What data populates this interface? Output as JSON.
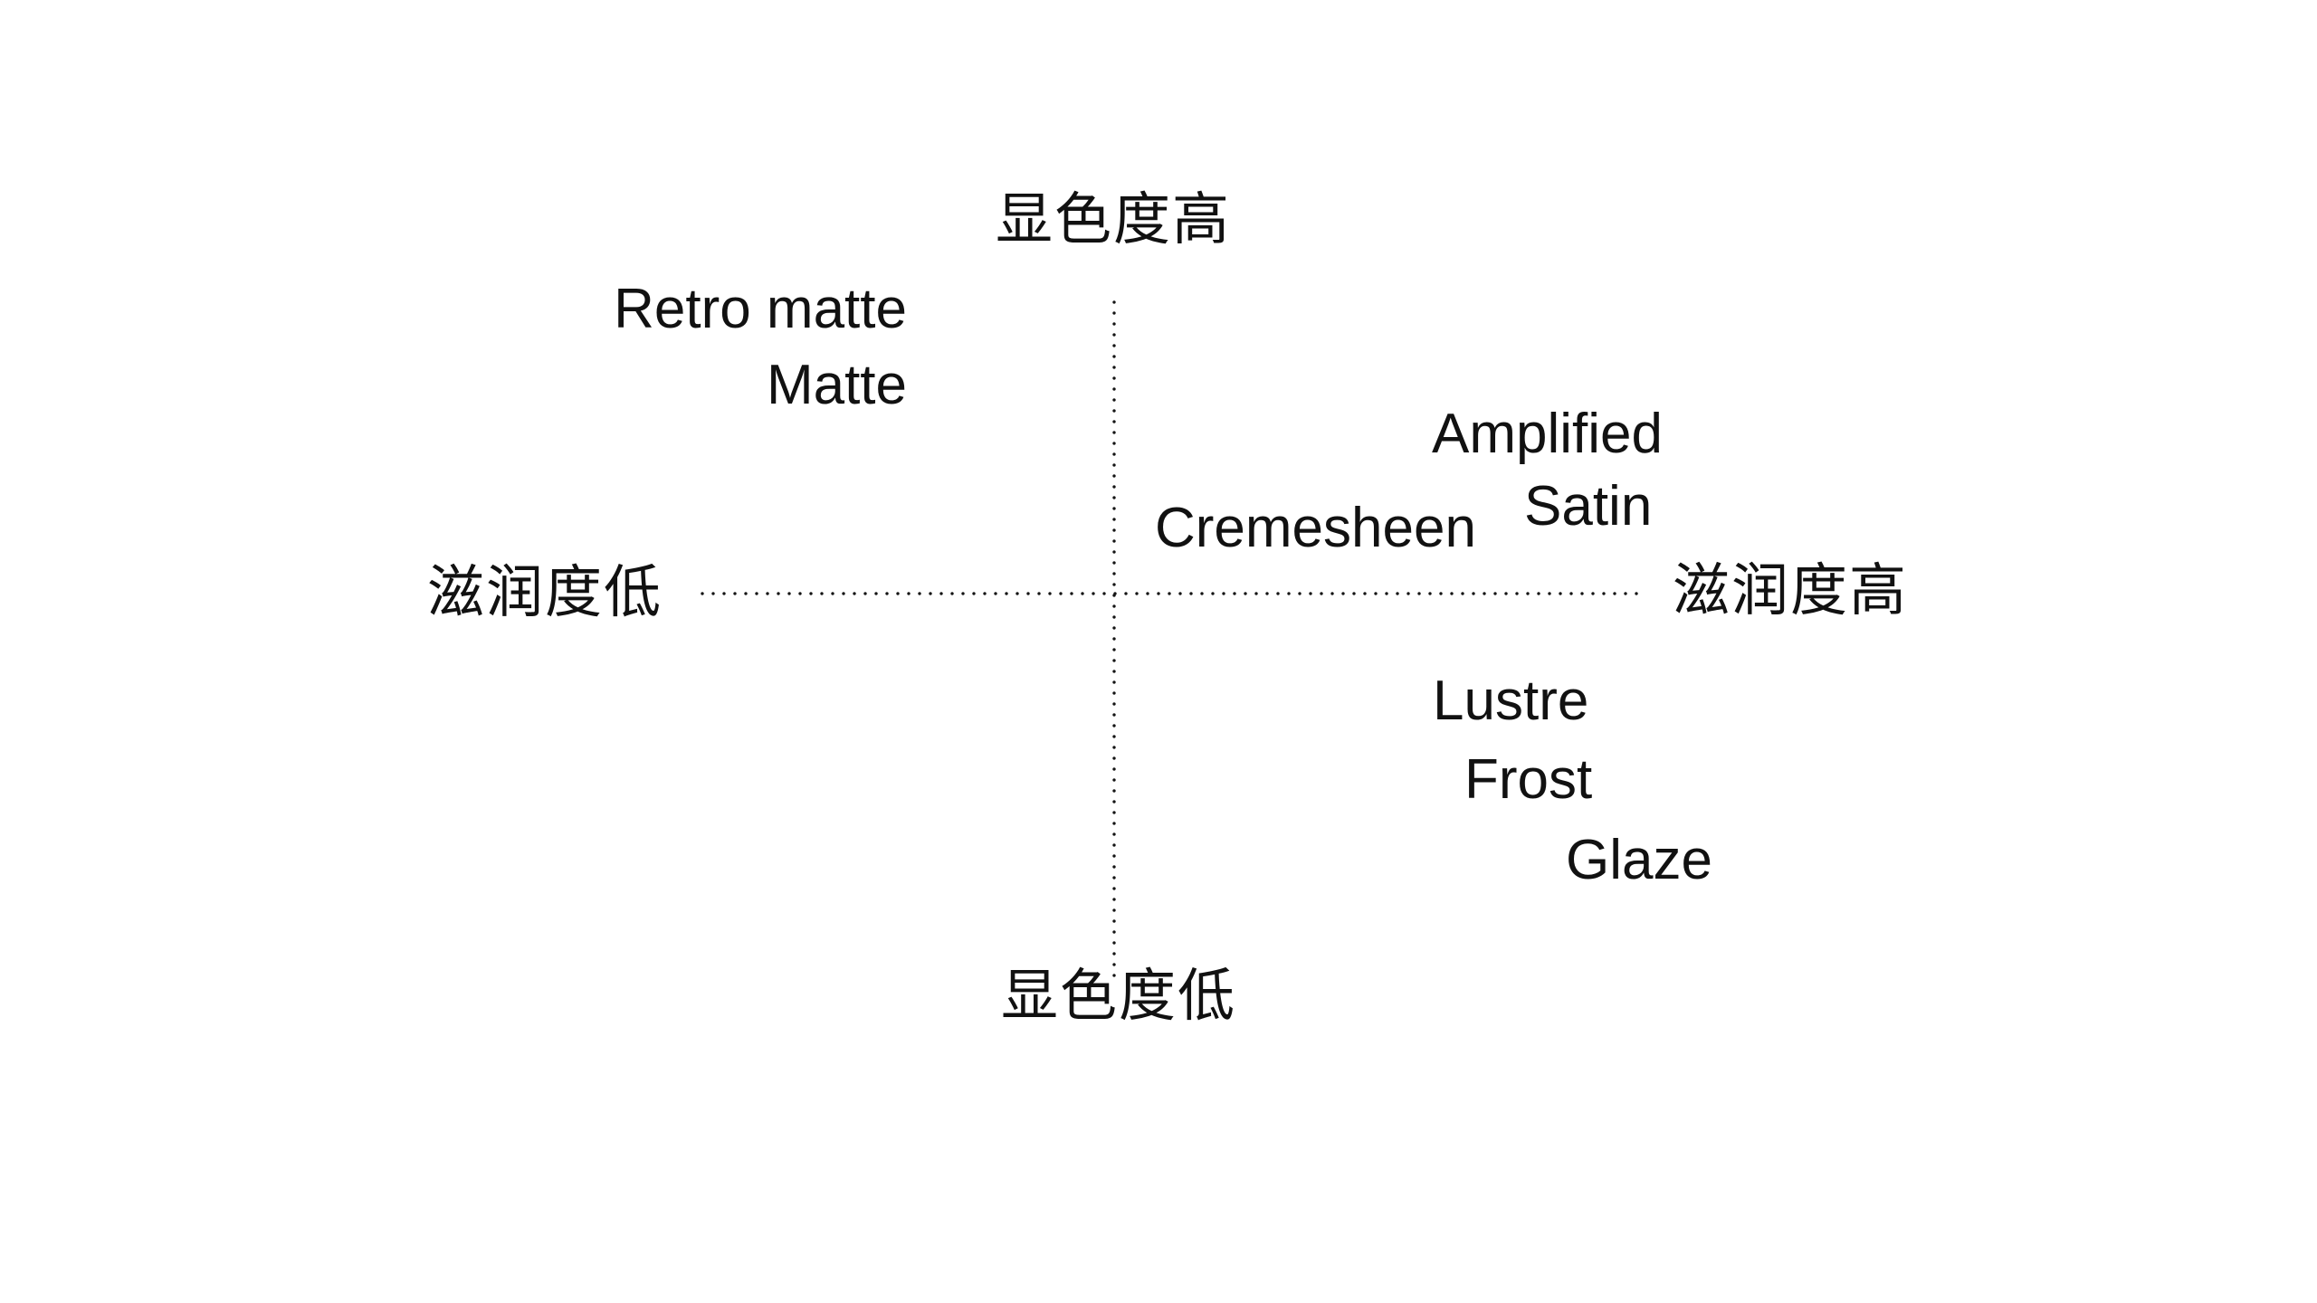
{
  "diagram": {
    "background": "#ffffff",
    "ink_color": "#111111",
    "axes": {
      "vertical_top": "显色度高",
      "vertical_bottom": "显色度低",
      "horizontal_left": "滋润度低",
      "horizontal_right": "滋润度高"
    },
    "quadrants": {
      "top_left": {
        "items": [
          "Retro matte",
          "Matte"
        ]
      },
      "top_right": {
        "items": [
          "Amplified",
          "Satin",
          "Cremesheen"
        ]
      },
      "bottom_right": {
        "items": [
          "Lustre",
          "Frost",
          "Glaze"
        ]
      },
      "bottom_left": {
        "items": []
      }
    }
  }
}
